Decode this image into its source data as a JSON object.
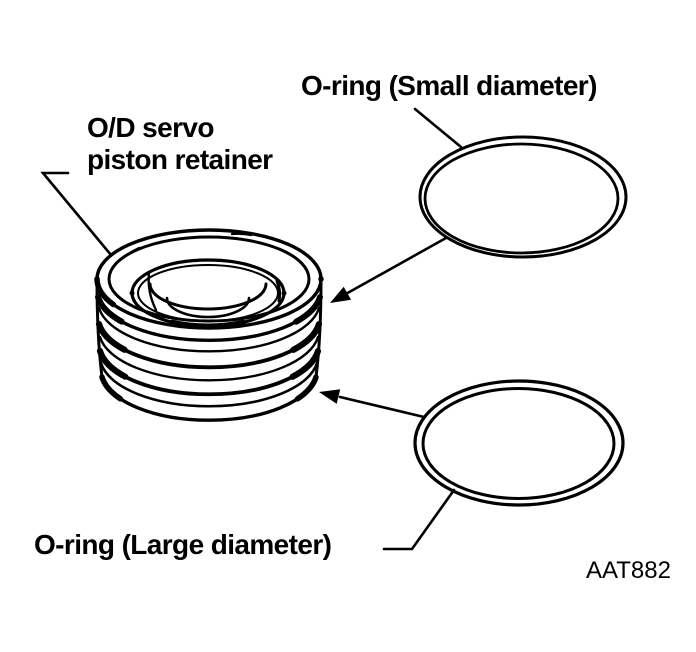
{
  "figure": {
    "background_color": "#ffffff",
    "ink_color": "#000000",
    "code": "AAT882",
    "labels": {
      "retainer": {
        "line1": "O/D servo",
        "line2": "piston retainer"
      },
      "small_oring": "O-ring (Small diameter)",
      "large_oring": "O-ring (Large diameter)"
    }
  }
}
